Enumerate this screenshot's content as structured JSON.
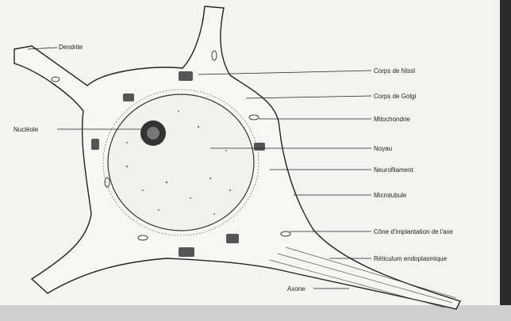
{
  "labels": {
    "dendrite": "Dendrite",
    "nucleole": "Nucléole",
    "corps_nissl": "Corps de Nissl",
    "corps_golgi": "Corps de Golgi",
    "mitochondrie": "Mitochondrie",
    "noyau": "Noyau",
    "neurofilament": "Neurofilament",
    "microtubule": "Microtubule",
    "cone": "Cône d'implantation de l'axe",
    "reticulum": "Réticulum endoplasmique",
    "axone": "Axone"
  }
}
